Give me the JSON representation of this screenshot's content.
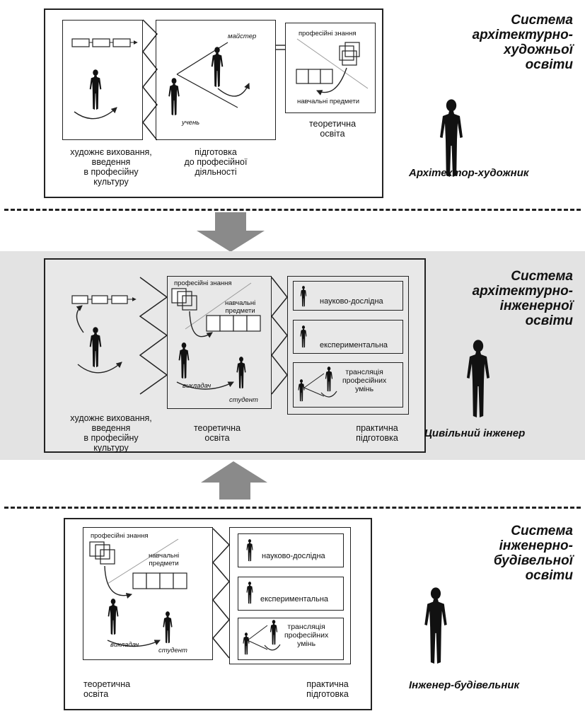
{
  "sections": {
    "architectural_artistic": {
      "system_title": [
        "Система",
        "архітектурно-",
        "художньої",
        "освіти"
      ],
      "role": "Архітектор-художник",
      "labels": {
        "culture": [
          "художнє виховання,",
          "введення",
          "в професійну",
          "культуру"
        ],
        "preparation": [
          "підготовка",
          "до професійної",
          "діяльності"
        ],
        "theory": [
          "теоретична",
          "освіта"
        ],
        "master": "майстер",
        "pupil": "учень",
        "knowledge": "професійні знання",
        "subjects": "навчальні предмети"
      }
    },
    "architectural_engineering": {
      "system_title": [
        "Система",
        "архітектурно-",
        "інженерної",
        "освіти"
      ],
      "role": "Цивільний інженер",
      "labels": {
        "culture": [
          "художнє виховання,",
          "введення",
          "в професійну",
          "культуру"
        ],
        "theory": [
          "теоретична",
          "освіта"
        ],
        "practice": [
          "практична",
          "підготовка"
        ],
        "knowledge": "професійні знання",
        "subjects": [
          "навчальні",
          "предмети"
        ],
        "teacher": "викладач",
        "student": "студент",
        "research": "науково-дослідна",
        "experimental": "експериментальна",
        "transmission": [
          "трансляція",
          "професійних",
          "умінь"
        ]
      }
    },
    "engineering_construction": {
      "system_title": [
        "Система",
        "інженерно-",
        "будівельної",
        "освіти"
      ],
      "role": "Інженер-будівельник",
      "labels": {
        "theory": [
          "теоретична",
          "освіта"
        ],
        "practice": [
          "практична",
          "підготовка"
        ],
        "knowledge": "професійні знання",
        "subjects": [
          "навчальні",
          "предмети"
        ],
        "teacher": "викладач",
        "student": "студент",
        "research": "науково-дослідна",
        "experimental": "експериментальна",
        "transmission": [
          "трансляція",
          "професійних",
          "умінь"
        ]
      }
    }
  },
  "colors": {
    "band": "#e3e3e3",
    "arrow": "#8a8a8a",
    "line": "#222222"
  }
}
